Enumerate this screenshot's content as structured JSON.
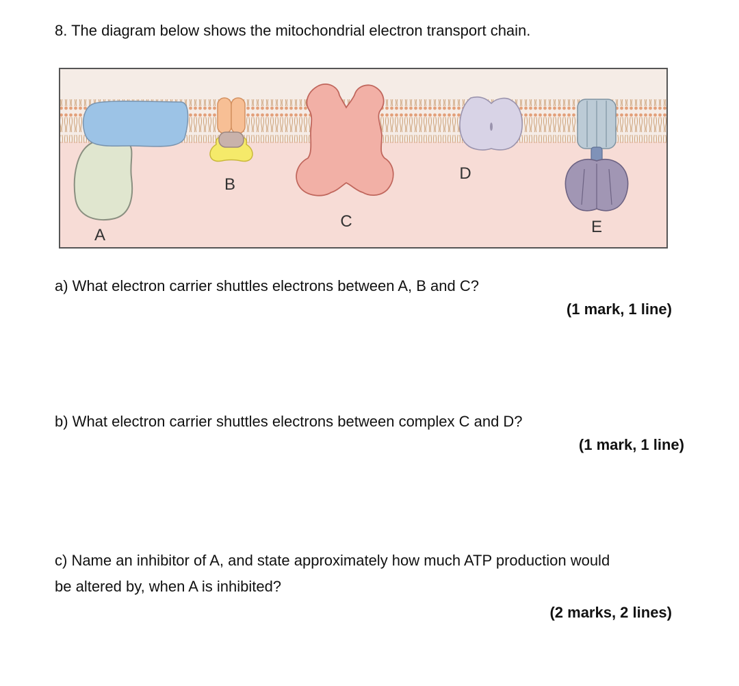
{
  "question": {
    "title": "8. The diagram below shows the mitochondrial electron transport chain."
  },
  "diagram": {
    "labels": {
      "a": "A",
      "b": "B",
      "c": "C",
      "d": "D",
      "e": "E"
    },
    "colors": {
      "intermembrane_space": "#f5ece6",
      "matrix": "#f7dcd6",
      "membrane_lipids": "#d9a97a",
      "complex_a_membrane": "#9cc3e6",
      "complex_a_arm": "#e0e6cf",
      "complex_b_top": "#f7bf95",
      "complex_b_middle": "#c9b2ab",
      "complex_b_bottom": "#f5ea6a",
      "complex_c": "#f2b0a6",
      "complex_d": "#d8d3e6",
      "complex_e_stalk": "#bccbd6",
      "complex_e_head": "#a196b4"
    }
  },
  "parts": {
    "a": {
      "text": "a) What electron carrier shuttles electrons between A, B and C?",
      "marks": "(1 mark, 1 line)"
    },
    "b": {
      "text": "b) What electron carrier shuttles electrons between complex C and D?",
      "marks": "(1 mark, 1 line)"
    },
    "c": {
      "line1": "c) Name an inhibitor of A, and state approximately how much ATP production would",
      "line2": "be altered by, when A is inhibited?",
      "marks": "(2 marks, 2 lines)"
    }
  }
}
